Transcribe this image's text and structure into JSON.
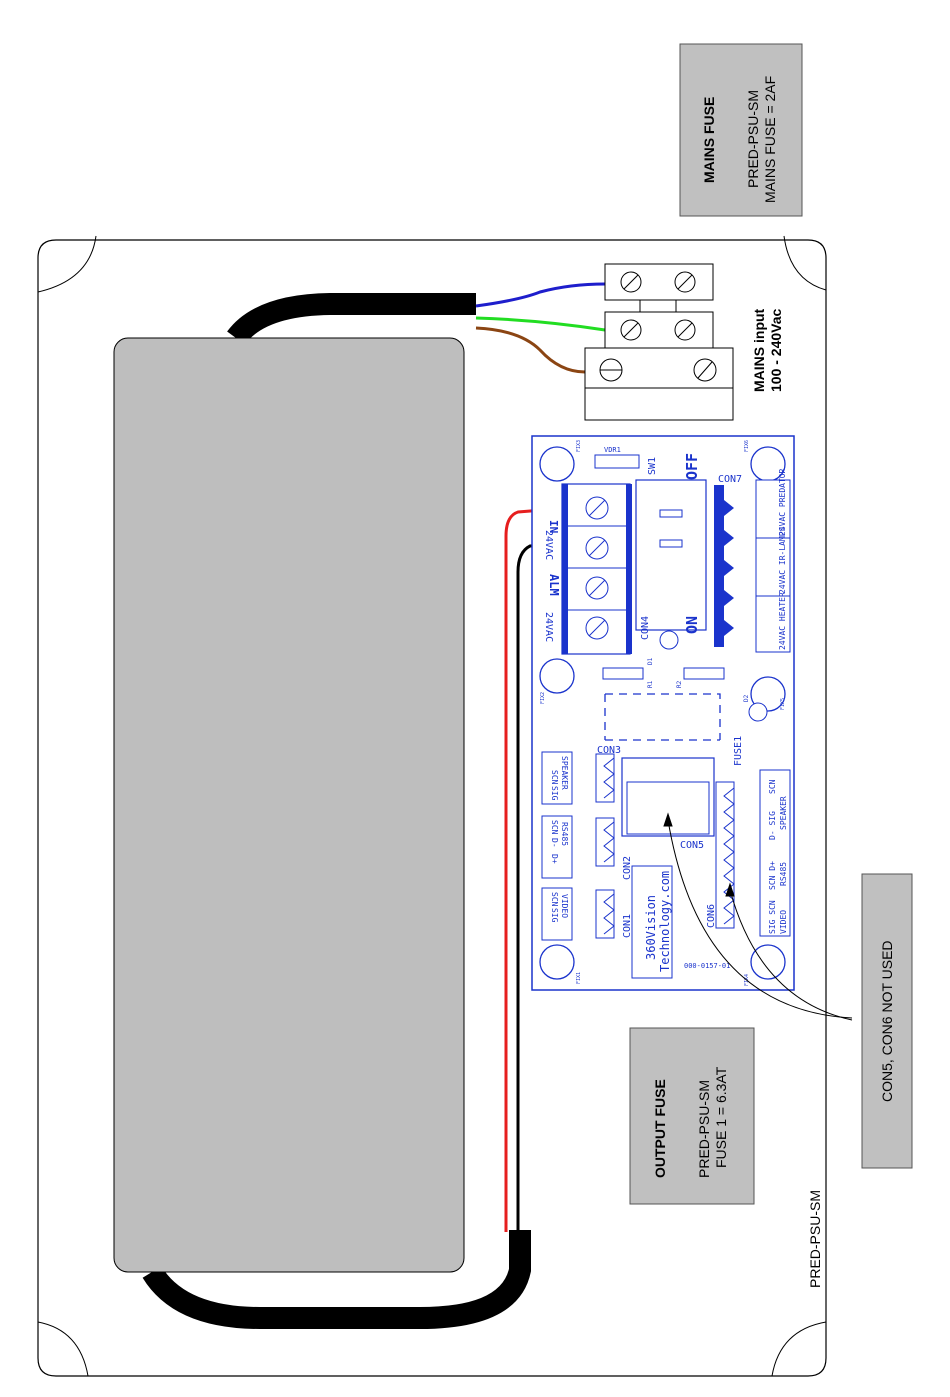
{
  "mains_fuse": {
    "title": "MAINS FUSE",
    "line1": "PRED-PSU-SM",
    "line2": "MAINS FUSE = 2AF"
  },
  "mains_input": {
    "line1": "MAINS input",
    "line2": "100 - 240Vac"
  },
  "output_fuse": {
    "title": "OUTPUT FUSE",
    "line1": "PRED-PSU-SM",
    "line2": "FUSE 1 = 6.3AT"
  },
  "con_note": "CON5, CON6 NOT USED",
  "model_label": "PRED-PSU-SM",
  "pcb": {
    "brand_line1": "360Vision",
    "brand_line2": "Technology.com",
    "part_number": "000-0157-01",
    "off_label": "OFF",
    "on_label": "ON",
    "sw1": "SW1",
    "vdr1": "VDR1",
    "con1": "CON1",
    "con2": "CON2",
    "con3": "CON3",
    "con4": "CON4",
    "con5": "CON5",
    "con6": "CON6",
    "con7": "CON7",
    "fuse1": "FUSE1",
    "r1": "R1",
    "r2": "R2",
    "d1": "D1",
    "d2": "D2",
    "fix1": "FIX1",
    "fix2": "FIX2",
    "fix3": "FIX3",
    "fix4": "FIX4",
    "fix5": "FIX5",
    "fix6": "FIX6",
    "in_label": "IN",
    "vac24_a": "24VAC",
    "alm_label": "ALM",
    "vac24_b": "24VAC",
    "con7_labels": [
      "24VAC PREDATOR",
      "24VAC IR-LAMPS",
      "24VAC HEATER"
    ],
    "con3_labels": [
      "SCN",
      "SIG",
      "SPEAKER"
    ],
    "con2_labels": [
      "SCN",
      "D-",
      "D+",
      "RS485"
    ],
    "con1_labels": [
      "SCN",
      "SIG",
      "VIDEO"
    ],
    "con6_labels": [
      "SIG SCN",
      "VIDEO",
      "SCN D+",
      "RS485",
      "D- SIG",
      "SPEAKER",
      "SCN"
    ]
  },
  "colors": {
    "pcb_blue": "#1a33cc",
    "cable_black": "#000000",
    "psu_grey": "#bebebe",
    "note_grey": "#c0c0c0",
    "wire_blue": "#1e1ecc",
    "wire_green": "#22dd22",
    "wire_brown": "#8b4513",
    "wire_red": "#e61e1e"
  }
}
